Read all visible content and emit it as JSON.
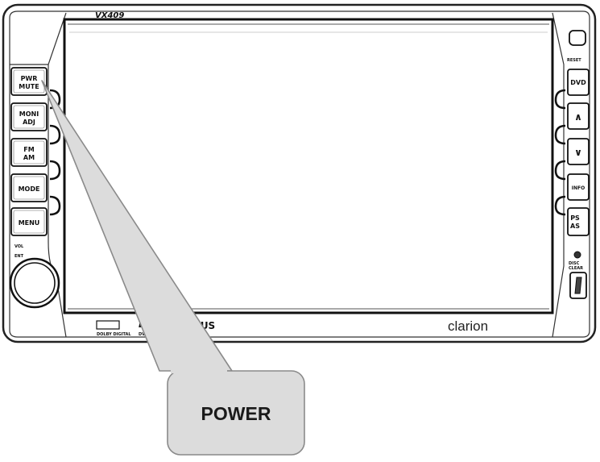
{
  "device": {
    "model": "VX409",
    "brand": "clarion",
    "logos": [
      "DOLBY DIGITAL",
      "DVD VIDEO",
      "SIRIUS"
    ]
  },
  "left_buttons": [
    {
      "id": "pwr-mute",
      "lines": [
        "PWR",
        "MUTE"
      ]
    },
    {
      "id": "moni-adj",
      "lines": [
        "MONI",
        "ADJ"
      ]
    },
    {
      "id": "fm-am",
      "lines": [
        "FM",
        "AM"
      ]
    },
    {
      "id": "mode",
      "lines": [
        "MODE"
      ]
    },
    {
      "id": "menu",
      "lines": [
        "MENU"
      ]
    }
  ],
  "right_buttons": [
    {
      "id": "dvd",
      "label": "DVD"
    },
    {
      "id": "up",
      "label": "∧"
    },
    {
      "id": "down",
      "label": "∨"
    },
    {
      "id": "info",
      "label": "INFO"
    },
    {
      "id": "ps-as",
      "lines": [
        "PS",
        "AS"
      ]
    }
  ],
  "knob": {
    "labels": [
      "VOL",
      "ENT"
    ]
  },
  "right_small": {
    "reset": "RESET",
    "disc_clear": [
      "DISC",
      "CLEAR"
    ]
  },
  "callout": {
    "text": "POWER"
  }
}
